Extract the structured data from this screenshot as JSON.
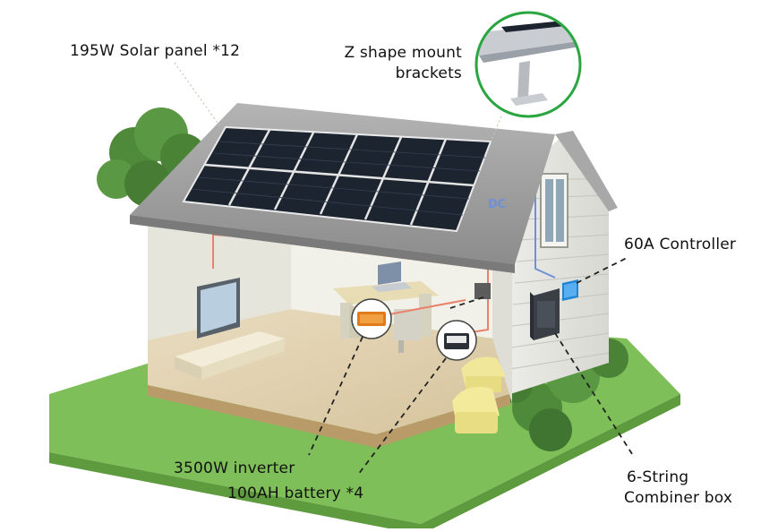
{
  "labels": {
    "solar_panel": "195W Solar panel *12",
    "mount_line1": "Z shape mount",
    "mount_line2": "brackets",
    "controller": "60A Controller",
    "inverter": "3500W inverter",
    "battery": "100AH battery *4",
    "combiner_line1": "6-String",
    "combiner_line2": "Combiner box",
    "dc": "DC"
  },
  "colors": {
    "grass": "#7fbf59",
    "wall_dark": "#d6d6d0",
    "roof": "#9a9a9a",
    "panel": "#1c2430",
    "wire": "#e8826a",
    "dc_wire": "#6f8fd8",
    "callout_ring": "#2aa640"
  }
}
